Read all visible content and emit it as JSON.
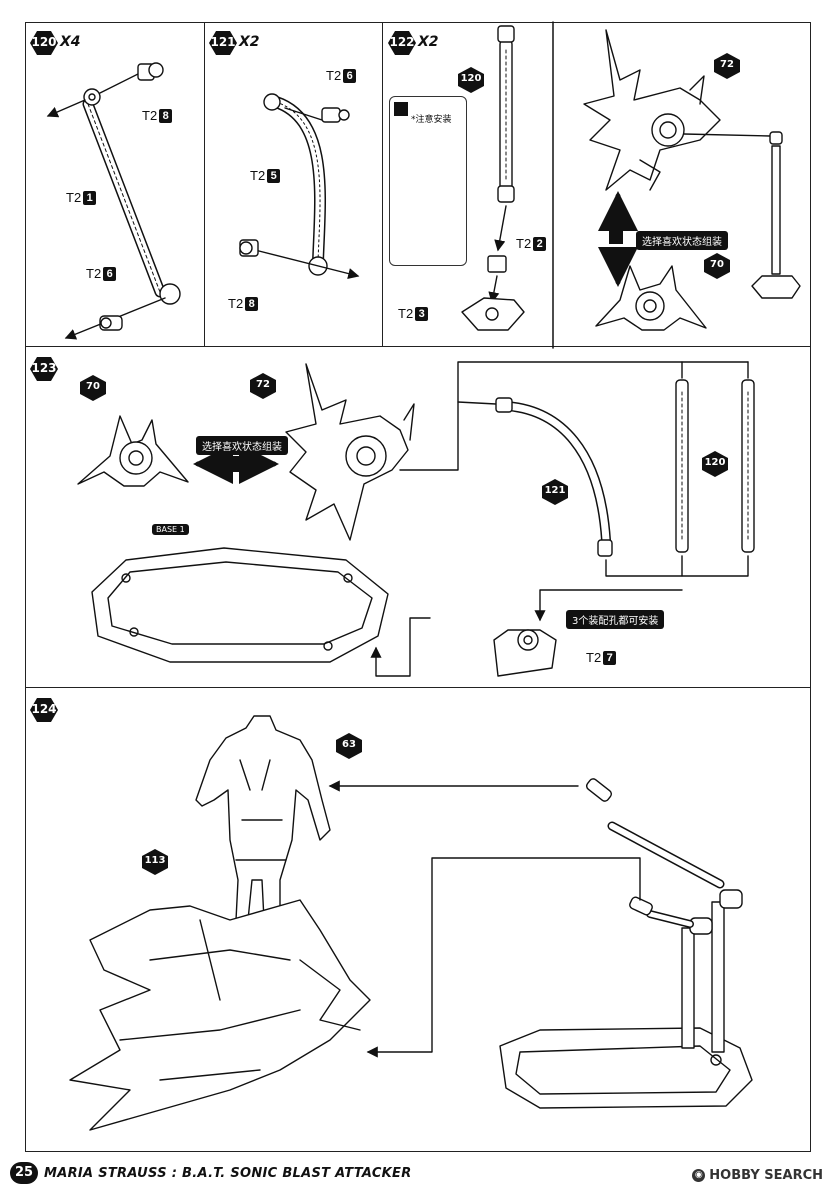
{
  "steps": {
    "s120": {
      "num": "120",
      "mult": "X4"
    },
    "s121": {
      "num": "121",
      "mult": "X2"
    },
    "s122": {
      "num": "122",
      "mult": "X2"
    },
    "s123": {
      "num": "123"
    },
    "s124": {
      "num": "124"
    }
  },
  "labels": {
    "t2": "T2",
    "p1": "1",
    "p2": "2",
    "p3": "3",
    "p5": "5",
    "p6": "6",
    "p7": "7",
    "p8": "8",
    "base": "BASE 1"
  },
  "hex": {
    "h120": "120",
    "h121": "121",
    "h72": "72",
    "h70": "70",
    "h63": "63",
    "h113": "113"
  },
  "notes": {
    "caution": "*注意安装",
    "choose_state": "选择喜欢状态组装",
    "holes": "3个装配孔都可安装"
  },
  "footer": {
    "page": "25",
    "title": "MARIA STRAUSS : B.A.T. SONIC BLAST ATTACKER",
    "brand_icon": "logo-icon",
    "brand": "HOBBY SEARCH"
  },
  "colors": {
    "ink": "#111111",
    "paper": "#ffffff"
  }
}
